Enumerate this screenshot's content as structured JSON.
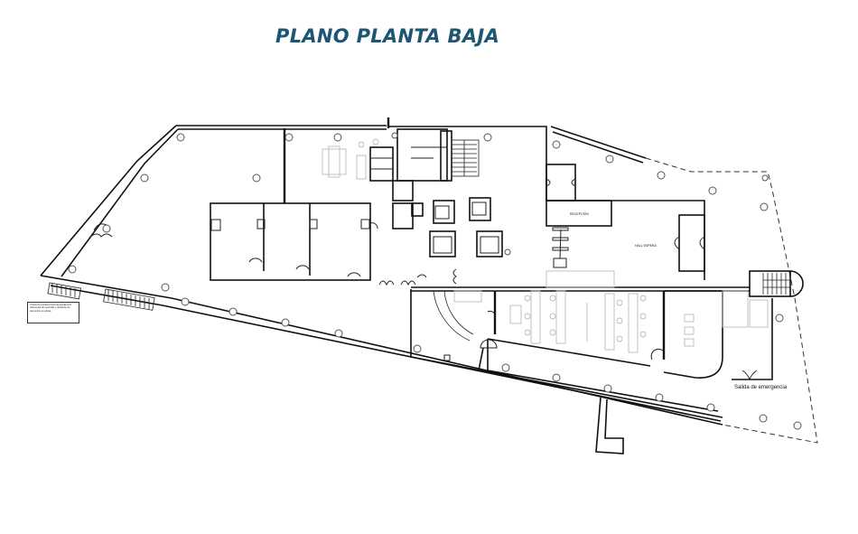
{
  "title": "PLANO PLANTA BAJA",
  "colors": {
    "title": "#1c5673",
    "walls": "#111111",
    "furniture": "#bbbbbb",
    "background": "#ffffff"
  },
  "plan": {
    "labels": {
      "reception": "RECEPCIÓN",
      "hall": "HALL ESPERA",
      "emergency_exit": "Salida de emergencia"
    },
    "note": "Trazos de escalera fuera de escala solo referencial del recorrido y ubicación de elementos en planta"
  }
}
